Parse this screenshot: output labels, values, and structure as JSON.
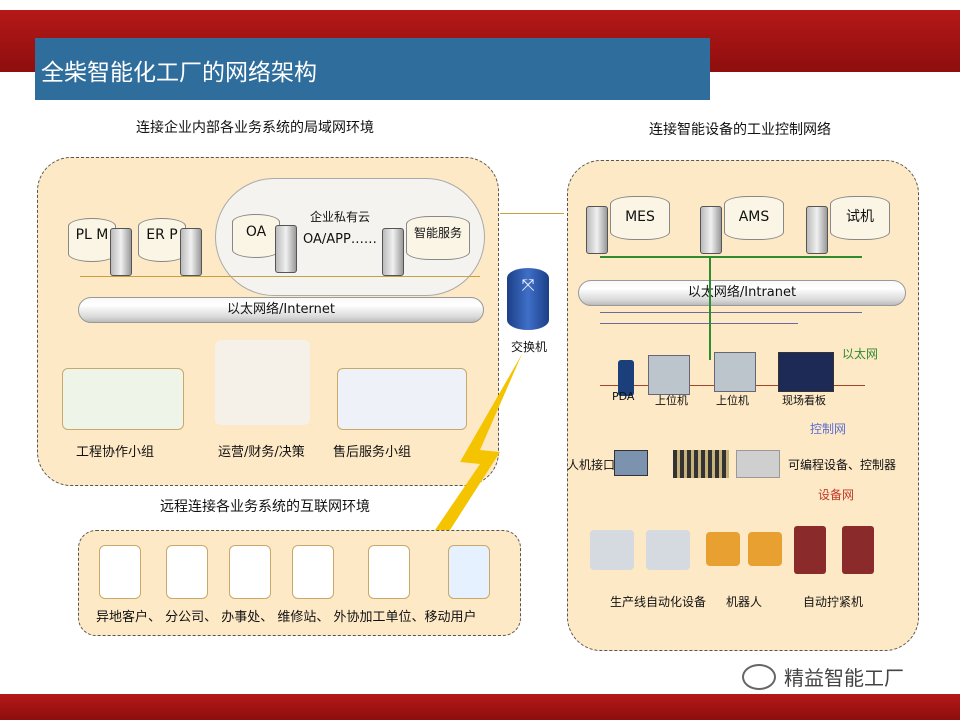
{
  "title": "全柴智能化工厂的网络架构",
  "left": {
    "heading": "连接企业内部各业务系统的局域网环境",
    "cloud_label": "企业私有云",
    "cloud_sub": "OA/APP……",
    "databases": [
      "PL M",
      "ER P",
      "OA",
      "智能服务"
    ],
    "pipe": "以太网络/Internet",
    "groups": [
      "工程协作小组",
      "运营/财务/决策",
      "售后服务小组"
    ]
  },
  "switch": {
    "label": "交换机"
  },
  "remote": {
    "heading": "远程连接各业务系统的互联网环境",
    "items": "异地客户、 分公司、 办事处、 维修站、 外协加工单位、移动用户"
  },
  "right": {
    "heading": "连接智能设备的工业控制网络",
    "databases": [
      "MES",
      "AMS",
      "试机"
    ],
    "pipe": "以太网络/Intranet",
    "devices": [
      "PDA",
      "上位机",
      "上位机",
      "现场看板"
    ],
    "net_ethernet": "以太网",
    "net_control": "控制网",
    "hmi": "人机接口",
    "plc": "可编程设备、控制器",
    "net_device": "设备网",
    "bottom": [
      "生产线自动化设备",
      "机器人",
      "自动拧紧机"
    ]
  },
  "watermark": "精益智能工厂",
  "colors": {
    "red": "#a51414",
    "title_bg": "#2f6e9c",
    "panel": "#fde9c6",
    "green": "#2e8b2e",
    "blue": "#5a6ed0",
    "red_label": "#c0392b"
  }
}
